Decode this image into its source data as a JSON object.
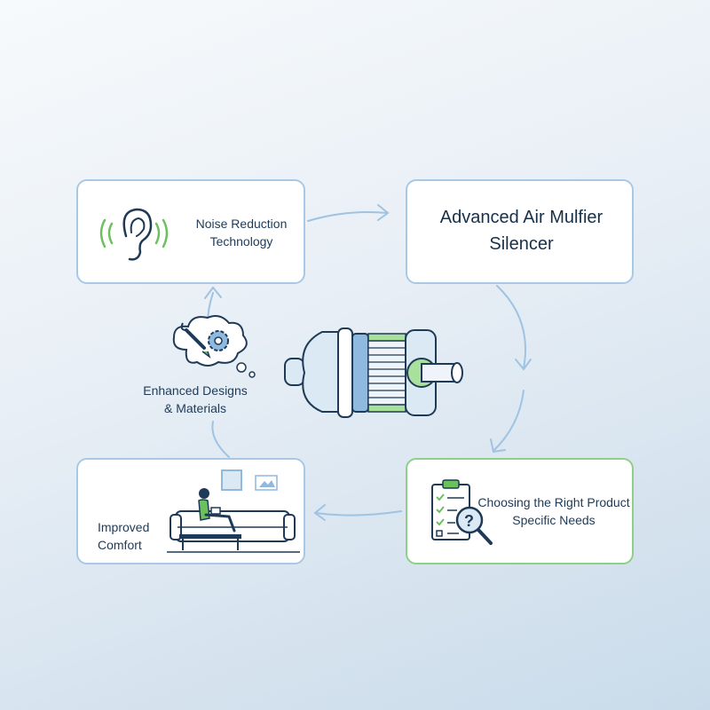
{
  "nodes": {
    "noise_reduction": {
      "line1": "Noise Reduction",
      "line2": "Technology",
      "icon": "ear-sound-icon"
    },
    "silencer": {
      "line1": "Advanced Air Mulfier",
      "line2": "Silencer"
    },
    "choosing": {
      "line1": "Choosing the Right Product",
      "line2": "Specific Needs",
      "icon": "checklist-magnifier-icon"
    },
    "comfort": {
      "line1": "Improved",
      "line2": "Comfort",
      "icon": "person-on-sofa-icon"
    },
    "designs": {
      "line1": "Enhanced Designs",
      "line2": "& Materials",
      "icon": "wrench-gear-thought-icon"
    }
  },
  "center_image": {
    "icon": "muffler-silencer-icon"
  },
  "colors": {
    "accent_blue": "#8fb9df",
    "accent_green": "#6cc15f",
    "text_navy": "#1f3a57"
  }
}
